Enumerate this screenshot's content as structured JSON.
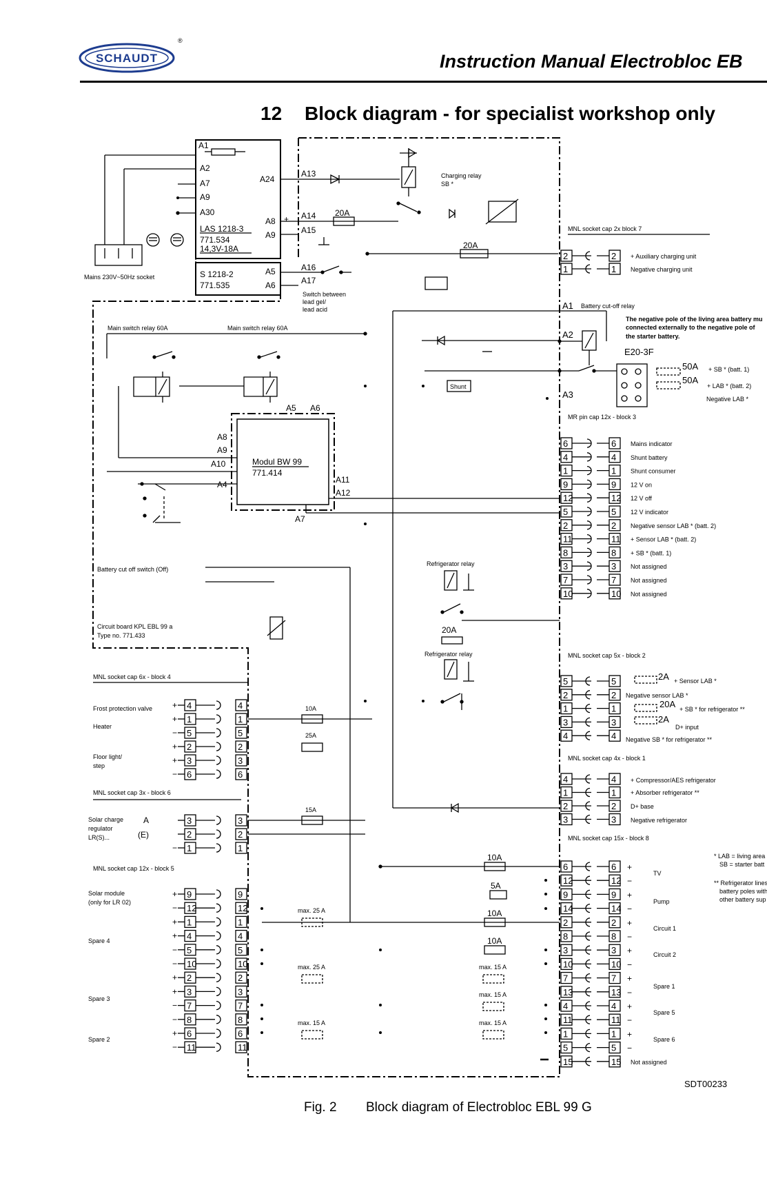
{
  "header": {
    "logo_text": "SCHAUDT",
    "title": "Instruction Manual Electrobloc EB"
  },
  "section": {
    "number": "12",
    "title": "Block diagram - for specialist workshop only"
  },
  "figure": {
    "number": "Fig. 2",
    "caption": "Block diagram of Electrobloc EBL 99 G",
    "ref": "SDT00233"
  },
  "labels": {
    "charging_relay": "Charging relay",
    "charging_relay_sb": "SB *",
    "mains_socket": "Mains 230V~50Hz socket",
    "las_name": "LAS 1218-3",
    "las_num": "771.534",
    "las_rating": "14,3V-18A",
    "s_name": "S 1218-2",
    "s_num": "771.535",
    "switch_note_1": "Switch between",
    "switch_note_2": "lead gel/",
    "switch_note_3": "lead acid",
    "main_switch_relay_1": "Main switch relay 60A",
    "main_switch_relay_2": "Main switch relay 60A",
    "battery_cutoff_relay": "Battery cut-off relay",
    "neg_note_1": "The negative pole of the living area battery mu",
    "neg_note_2": "connected externally to the negative pole of",
    "neg_note_3": "the starter battery.",
    "e20": "E20-3F",
    "shunt": "Shunt",
    "module_name": "Modul BW 99",
    "module_num": "771.414",
    "battery_cutoff_switch": "Battery cut off switch (Off)",
    "circuit_board_1": "Circuit board KPL EBL 99 a",
    "circuit_board_2": "Type no. 771.433",
    "fridge_relay_1": "Refrigerator relay",
    "fridge_relay_2": "Refrigerator relay",
    "mr_pin": "MR pin cap 12x - block 3",
    "mnl7": "MNL socket cap 2x block 7",
    "mnl2": "MNL socket cap 5x - block 2",
    "mnl1": "MNL socket cap 4x - block 1",
    "mnl8": "MNL socket cap 15x - block 8",
    "mnl4": "MNL socket cap 6x - block 4",
    "mnl6": "MNL socket cap 3x - block 6",
    "mnl5": "MNL socket cap 12x - block 5",
    "sb_batt1": "+ SB * (batt. 1)",
    "lab_batt2": "+ LAB * (batt. 2)",
    "negative_lab": "Negative LAB *",
    "aux_charging": "+ Auxiliary charging unit",
    "neg_charging": "Negative charging unit",
    "frost": "Frost protection valve",
    "heater": "Heater",
    "floor_light_1": "Floor light/",
    "floor_light_2": "step",
    "solar_reg_1": "Solar charge",
    "solar_reg_2": "regulator",
    "solar_reg_3": "LR(S)...",
    "solar_mod_1": "Solar module",
    "solar_mod_2": "(only for LR 02)",
    "spare4": "Spare 4",
    "spare3": "Spare 3",
    "spare2": "Spare 2",
    "sensor_lab": "+ Sensor LAB *",
    "neg_sensor_lab": "Negative sensor LAB *",
    "sb_fridge": "+ SB * for refrigerator **",
    "d_input": "D+ input",
    "neg_sb_fridge": "Negative SB * for refrigerator **",
    "compressor": "+ Compressor/AES refrigerator",
    "absorber": "+ Absorber refrigerator **",
    "d_base": "D+ base",
    "neg_fridge": "Negative refrigerator",
    "tv": "TV",
    "pump": "Pump",
    "circuit1": "Circuit 1",
    "circuit2": "Circuit 2",
    "r_spare1": "Spare 1",
    "r_spare5": "Spare 5",
    "r_spare6": "Spare 6",
    "not_assigned": "Not assigned",
    "fn1_a": "* LAB = living area",
    "fn1_b": "SB = starter batt",
    "fn2_a": "** Refrigerator lines",
    "fn2_b": "battery poles with",
    "fn2_c": "other battery sup",
    "max25a": "max. 25 A",
    "max25b": "max. 25 A",
    "max15a": "max. 15 A",
    "max15b": "max. 15 A",
    "max15c": "max. 15 A",
    "max15d": "max. 15 A",
    "a_label": "A",
    "e_label": "(E)"
  },
  "fuses": {
    "f20a_top": "20A",
    "f20a_mid": "20A",
    "f20a_fridge": "20A",
    "f50a_1": "50A",
    "f50a_2": "50A",
    "f2a_1": "2A",
    "f20a_b2": "20A",
    "f2a_2": "2A",
    "f10a_b4": "10A",
    "f25a_b4": "25A",
    "f15a_b6": "15A",
    "f10a_1": "10A",
    "f5a": "5A",
    "f10a_2": "10A",
    "f10a_3": "10A"
  },
  "pins": {
    "left": [
      "A1",
      "A2",
      "A7",
      "A9",
      "A30"
    ],
    "a24": "A24",
    "a8": "A8",
    "a9": "A9",
    "a5": "A5",
    "a6": "A6",
    "a13": "A13",
    "a14": "A14",
    "a15": "A15",
    "a16": "A16",
    "a17": "A17",
    "relay_a1": "A1",
    "relay_a2": "A2",
    "relay_a3": "A3",
    "mod_a5": "A5",
    "mod_a6": "A6",
    "mod_a8": "A8",
    "mod_a9": "A9",
    "mod_a10": "A10",
    "mod_a4": "A4",
    "mod_a11": "A11",
    "mod_a12": "A12",
    "mod_a7": "A7"
  },
  "block7": {
    "rows": [
      {
        "pin": "2",
        "label": "+ Auxiliary charging unit"
      },
      {
        "pin": "1",
        "label": "Negative charging unit"
      }
    ]
  },
  "block3": {
    "rows": [
      {
        "pin": "6",
        "label": "Mains indicator"
      },
      {
        "pin": "4",
        "label": "Shunt battery"
      },
      {
        "pin": "1",
        "label": "Shunt consumer"
      },
      {
        "pin": "9",
        "label": "12 V on"
      },
      {
        "pin": "12",
        "label": "12 V off"
      },
      {
        "pin": "5",
        "label": "12 V indicator"
      },
      {
        "pin": "2",
        "label": "Negative sensor LAB * (batt. 2)"
      },
      {
        "pin": "11",
        "label": "+ Sensor LAB * (batt. 2)"
      },
      {
        "pin": "8",
        "label": "+ SB * (batt. 1)"
      },
      {
        "pin": "3",
        "label": "Not assigned"
      },
      {
        "pin": "7",
        "label": "Not assigned"
      },
      {
        "pin": "10",
        "label": "Not assigned"
      }
    ]
  },
  "block2": {
    "rows": [
      "5",
      "2",
      "1",
      "3",
      "4"
    ]
  },
  "block1": {
    "rows": [
      "4",
      "1",
      "2",
      "3"
    ]
  },
  "block8": {
    "rows": [
      "6",
      "12",
      "9",
      "14",
      "2",
      "8",
      "3",
      "10",
      "7",
      "13",
      "4",
      "11",
      "1",
      "5",
      "15"
    ],
    "signs": [
      "+",
      "−",
      "+",
      "−",
      "+",
      "−",
      "+",
      "−",
      "+",
      "−",
      "+",
      "−",
      "+",
      "−",
      ""
    ]
  },
  "block4": {
    "rows": [
      "4",
      "1",
      "5",
      "2",
      "3",
      "6"
    ],
    "signs": [
      "+",
      "+",
      "−",
      "+",
      "+",
      "−"
    ]
  },
  "block6": {
    "rows": [
      "3",
      "2",
      "1"
    ],
    "signs": [
      "",
      "",
      "−"
    ]
  },
  "block5": {
    "rows": [
      "9",
      "12",
      "1",
      "4",
      "5",
      "10",
      "2",
      "3",
      "7",
      "8",
      "6",
      "11"
    ],
    "signs": [
      "+",
      "−",
      "+",
      "+",
      "−",
      "−",
      "+",
      "+",
      "−",
      "−",
      "+",
      "−"
    ]
  }
}
